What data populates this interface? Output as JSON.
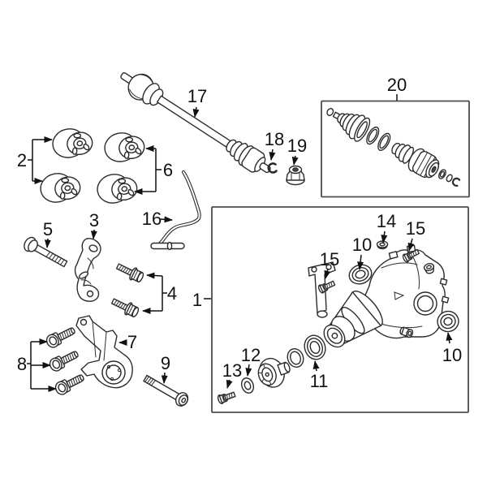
{
  "diagram": {
    "background": "#ffffff",
    "part_stroke": "#2b2b2b",
    "box_stroke": "#4d4d4d",
    "label_color": "#111111",
    "labels": {
      "l1": "1",
      "l2": "2",
      "l3": "3",
      "l4": "4",
      "l5": "5",
      "l6": "6",
      "l7": "7",
      "l8": "8",
      "l9": "9",
      "l10": "10",
      "l11": "11",
      "l12": "12",
      "l13": "13",
      "l14": "14",
      "l15": "15",
      "l16": "16",
      "l17": "17",
      "l18": "18",
      "l19": "19",
      "l20": "20"
    }
  }
}
